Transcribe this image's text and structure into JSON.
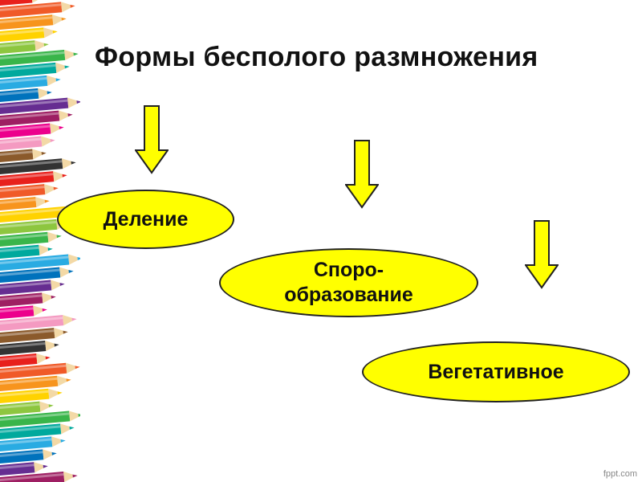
{
  "title": "Формы бесполого размножения",
  "forms": [
    {
      "label": "Деление"
    },
    {
      "label": "Споро-\nобразование"
    },
    {
      "label": "Вегетативное"
    }
  ],
  "footer": "fppt.com",
  "colors": {
    "shape_fill": "#ffff00",
    "outline": "#222222",
    "text": "#111111",
    "pencils": [
      "#e8201c",
      "#f05a28",
      "#f7941d",
      "#ffd200",
      "#8dc63f",
      "#39b54a",
      "#00a99d",
      "#29abe2",
      "#0072bc",
      "#662d91",
      "#9e1f63",
      "#ec008c",
      "#f49ac1",
      "#8b5a2b",
      "#333333"
    ]
  }
}
